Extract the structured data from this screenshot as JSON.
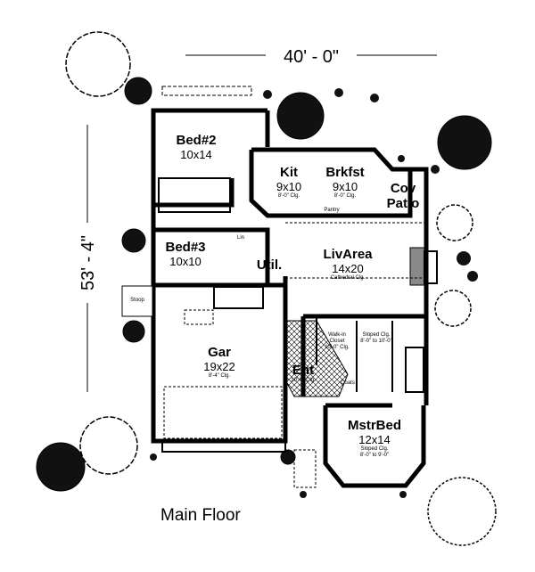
{
  "dimensions": {
    "width": "40' - 0\"",
    "depth": "53' - 4\""
  },
  "caption": "Main Floor",
  "rooms": {
    "bed2": {
      "name": "Bed#2",
      "size": "10x14"
    },
    "kit": {
      "name": "Kit",
      "size": "9x10",
      "clg": "8'-0\" Clg."
    },
    "brkfst": {
      "name": "Brkfst",
      "size": "9x10",
      "clg": "8'-0\" Clg."
    },
    "pantry": "Pantry",
    "patio": {
      "line1": "Cov",
      "line2": "Patio"
    },
    "bed3": {
      "name": "Bed#3",
      "size": "10x10"
    },
    "lin": "Lin",
    "util": "Util.",
    "liv": {
      "name": "LivArea",
      "size": "14x20",
      "clg": "Cathedral Clg."
    },
    "stoop": "Stoop",
    "gar": {
      "name": "Gar",
      "size": "19x22",
      "clg": "8'-4\" Clg."
    },
    "closet": {
      "line1": "Walk-in",
      "line2": "Closet",
      "clg": "10'-0\" Clg."
    },
    "bath": {
      "line1": "Sloped Clg.",
      "line2": "8'-0\" to 10'-0\""
    },
    "ent": {
      "name": "Ent",
      "clg": "10'-0\" Clg."
    },
    "coats": "Coats",
    "mstr": {
      "name": "MstrBed",
      "size": "12x14",
      "clg1": "Sloped Clg.",
      "clg2": "8'-0\" to 9'-0\""
    }
  }
}
